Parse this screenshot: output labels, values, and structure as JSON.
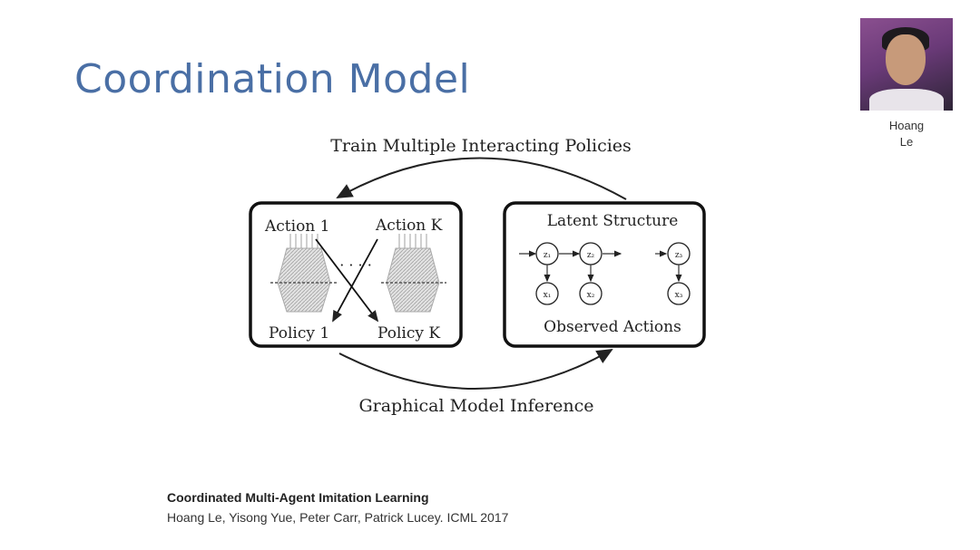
{
  "slide": {
    "title": "Coordination Model"
  },
  "speaker": {
    "first_name": "Hoang",
    "last_name": "Le"
  },
  "diagram": {
    "top_arrow_label": "Train Multiple Interacting Policies",
    "bottom_arrow_label": "Graphical Model Inference",
    "left_box": {
      "action_1": "Action 1",
      "action_k": "Action K",
      "ellipsis": "· · · ·",
      "policy_1": "Policy 1",
      "policy_k": "Policy K"
    },
    "right_box": {
      "top_label": "Latent Structure",
      "bottom_label": "Observed Actions",
      "latent_node_labels": [
        "z₁",
        "z₂",
        "z₃"
      ],
      "observed_node_labels": [
        "x₁",
        "x₂",
        "x₃"
      ]
    }
  },
  "reference": {
    "title": "Coordinated Multi-Agent Imitation Learning",
    "authors": "Hoang Le, Yisong Yue, Peter Carr, Patrick Lucey.  ICML 2017"
  }
}
